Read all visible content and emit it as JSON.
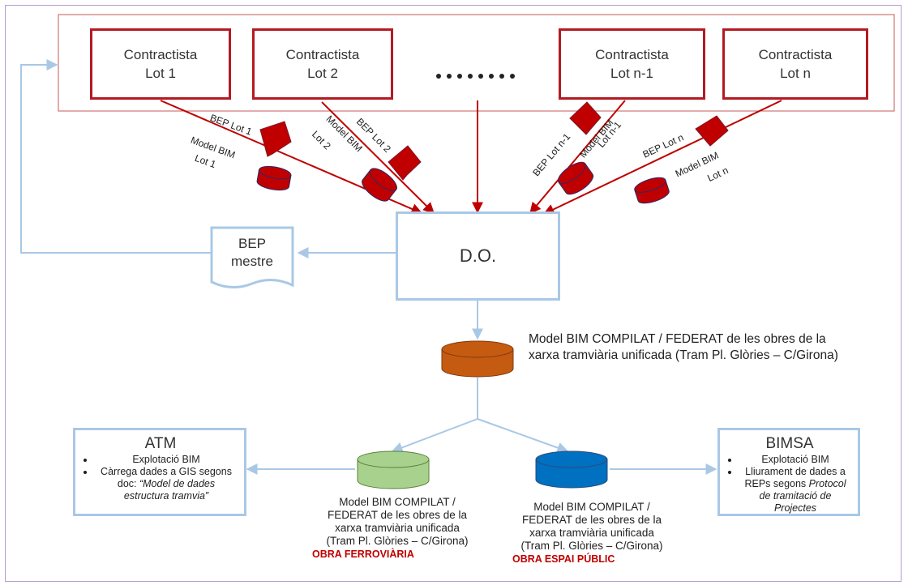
{
  "contractors": [
    {
      "line1": "Contractista",
      "line2": "Lot 1"
    },
    {
      "line1": "Contractista",
      "line2": "Lot 2"
    },
    {
      "line1": "Contractista",
      "line2": "Lot n-1"
    },
    {
      "line1": "Contractista",
      "line2": "Lot n"
    }
  ],
  "ellipsis_dots": 8,
  "flow_labels": {
    "bep_lot1": "BEP Lot 1",
    "model_lot1_a": "Model BIM",
    "model_lot1_b": "Lot 1",
    "model_lot2_a": "Model BIM",
    "model_lot2_b": "Lot 2",
    "bep_lot2": "BEP Lot 2",
    "bep_lotn1": "BEP Lot n-1",
    "model_lotn1_a": "Model BIM",
    "model_lotn1_b": "Lot n-1",
    "bep_lotn": "BEP Lot n",
    "model_lotn_a": "Model BIM",
    "model_lotn_b": "Lot n"
  },
  "do_label": "D.O.",
  "bep_master": {
    "line1": "BEP",
    "line2": "mestre"
  },
  "federated_model": "Model BIM COMPILAT / FEDERAT de les obres de la xarxa tramviària unificada (Tram Pl. Glòries – C/Girona)",
  "left_model": {
    "lines": [
      "Model BIM COMPILAT /",
      "FEDERAT de les obres de la",
      "xarxa tramviària unificada",
      "(Tram Pl. Glòries – C/Girona)"
    ],
    "tag": "OBRA FERROVIÀRIA"
  },
  "right_model": {
    "lines": [
      "Model BIM COMPILAT /",
      "FEDERAT de les obres de la",
      "xarxa tramviària unificada",
      "(Tram Pl. Glòries – C/Girona)"
    ],
    "tag": "OBRA ESPAI PÚBLIC"
  },
  "atm": {
    "title": "ATM",
    "item1": "Explotació BIM",
    "item2_plain": "Càrrega dades a GIS segons doc: ",
    "item2_italic": "“Model de dades estructura tramvia”"
  },
  "bimsa": {
    "title": "BIMSA",
    "item1": "Explotació BIM",
    "item2_plain": "Lliurament de dades a REPs segons ",
    "item2_italic": "Protocol de tramitació de Projectes"
  },
  "colors": {
    "contractor_red": "#b31b22",
    "arrow_red": "#c00000",
    "flow_blue": "#a9c8e6",
    "federated_orange": "#c55a11",
    "railway_green": "#a9d18e",
    "public_blue": "#0070c0",
    "element_red": "#c00000"
  }
}
